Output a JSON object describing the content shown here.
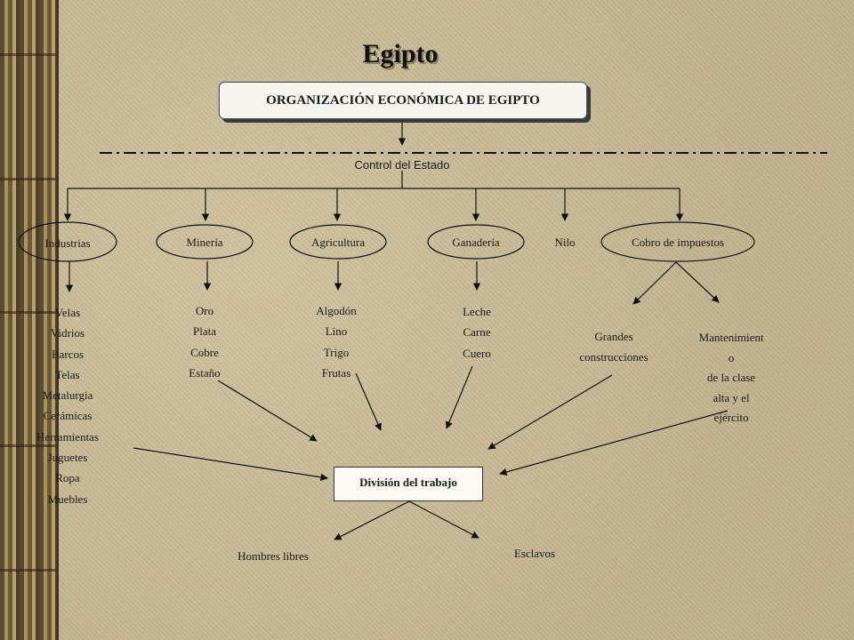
{
  "title": "Egipto",
  "root": "ORGANIZACIÓN ECONÓMICA DE EGIPTO",
  "control": "Control del Estado",
  "sectors": {
    "industrias": "Industrias",
    "mineria": "Minería",
    "agricultura": "Agricultura",
    "ganaderia": "Ganadería",
    "nilo": "Nilo",
    "impuestos": "Cobro de impuestos"
  },
  "industrias_items": [
    "Velas",
    "Vidrios",
    "Barcos",
    "Telas",
    "Metalurgia",
    "Cerámicas",
    "Herramientas",
    "Juguetes",
    "Ropa",
    "Muebles"
  ],
  "mineria_items": [
    "Oro",
    "Plata",
    "Cobre",
    "Estaño"
  ],
  "agricultura_items": [
    "Algodón",
    "Lino",
    "Trigo",
    "Frutas"
  ],
  "ganaderia_items": [
    "Leche",
    "Carne",
    "Cuero"
  ],
  "impuestos_items": {
    "grandes": [
      "Grandes",
      "construcciones"
    ],
    "mantenimiento": [
      "Mantenimient",
      "o",
      "de la clase",
      "alta y el",
      "ejército"
    ]
  },
  "division": "División del trabajo",
  "hombres_libres": "Hombres libres",
  "esclavos": "Esclavos"
}
